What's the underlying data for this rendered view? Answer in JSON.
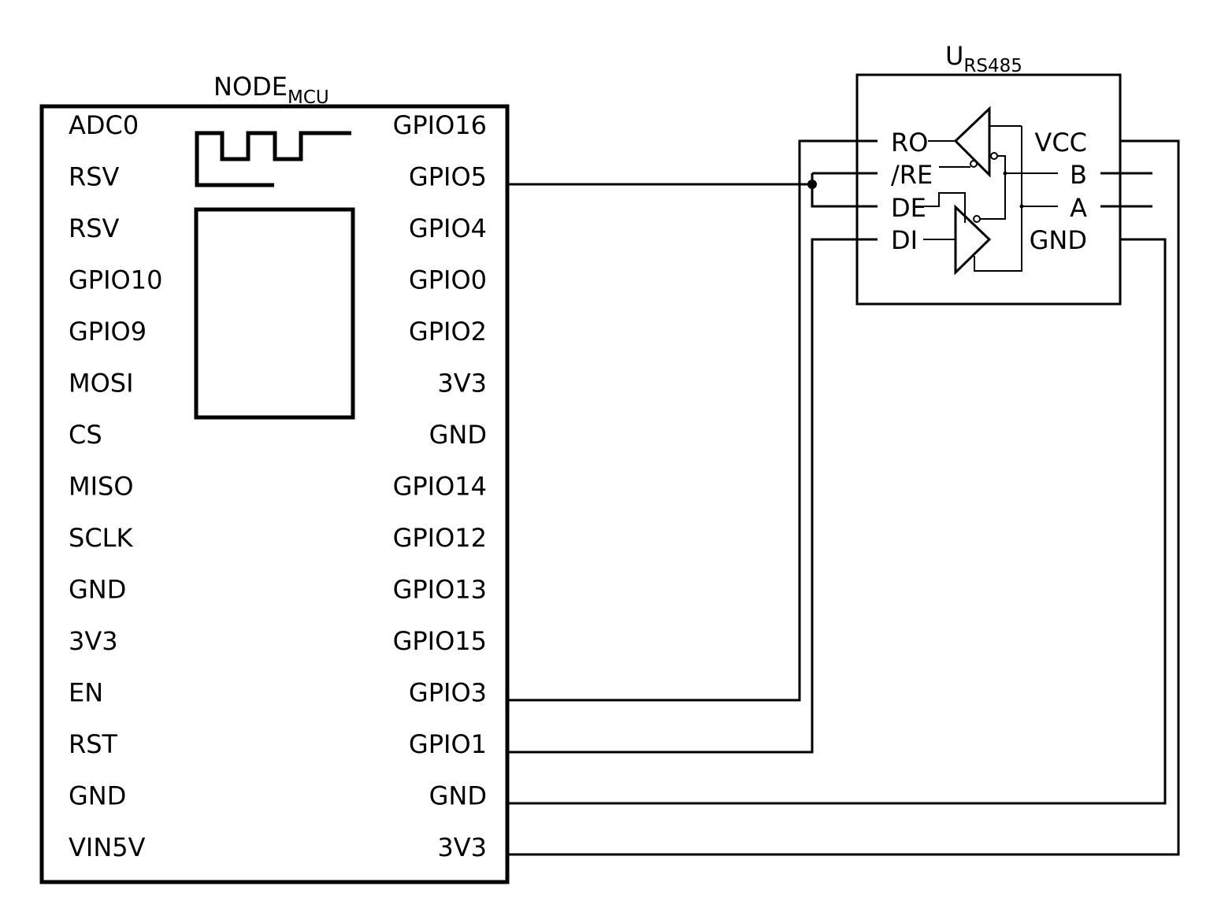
{
  "nodemcu": {
    "title": "NODE",
    "title_sub": "MCU",
    "left_pins": [
      "ADC0",
      "RSV",
      "RSV",
      "GPIO10",
      "GPIO9",
      "MOSI",
      "CS",
      "MISO",
      "SCLK",
      "GND",
      "3V3",
      "EN",
      "RST",
      "GND",
      "VIN5V"
    ],
    "right_pins": [
      "GPIO16",
      "GPIO5",
      "GPIO4",
      "GPIO0",
      "GPIO2",
      "3V3",
      "GND",
      "GPIO14",
      "GPIO12",
      "GPIO13",
      "GPIO15",
      "GPIO3",
      "GPIO1",
      "GND",
      "3V3"
    ]
  },
  "rs485": {
    "title": "U",
    "title_sub": "RS485",
    "left_pins": [
      "RO",
      "/RE",
      "DE",
      "DI"
    ],
    "right_pins": [
      "VCC",
      "B",
      "A",
      "GND"
    ]
  },
  "connections": [
    {
      "from": "GPIO5",
      "to": "/RE, DE"
    },
    {
      "from": "GPIO3",
      "to": "RO"
    },
    {
      "from": "GPIO1",
      "to": "DI"
    },
    {
      "from": "GND",
      "to": "GND"
    },
    {
      "from": "3V3",
      "to": "VCC"
    }
  ]
}
